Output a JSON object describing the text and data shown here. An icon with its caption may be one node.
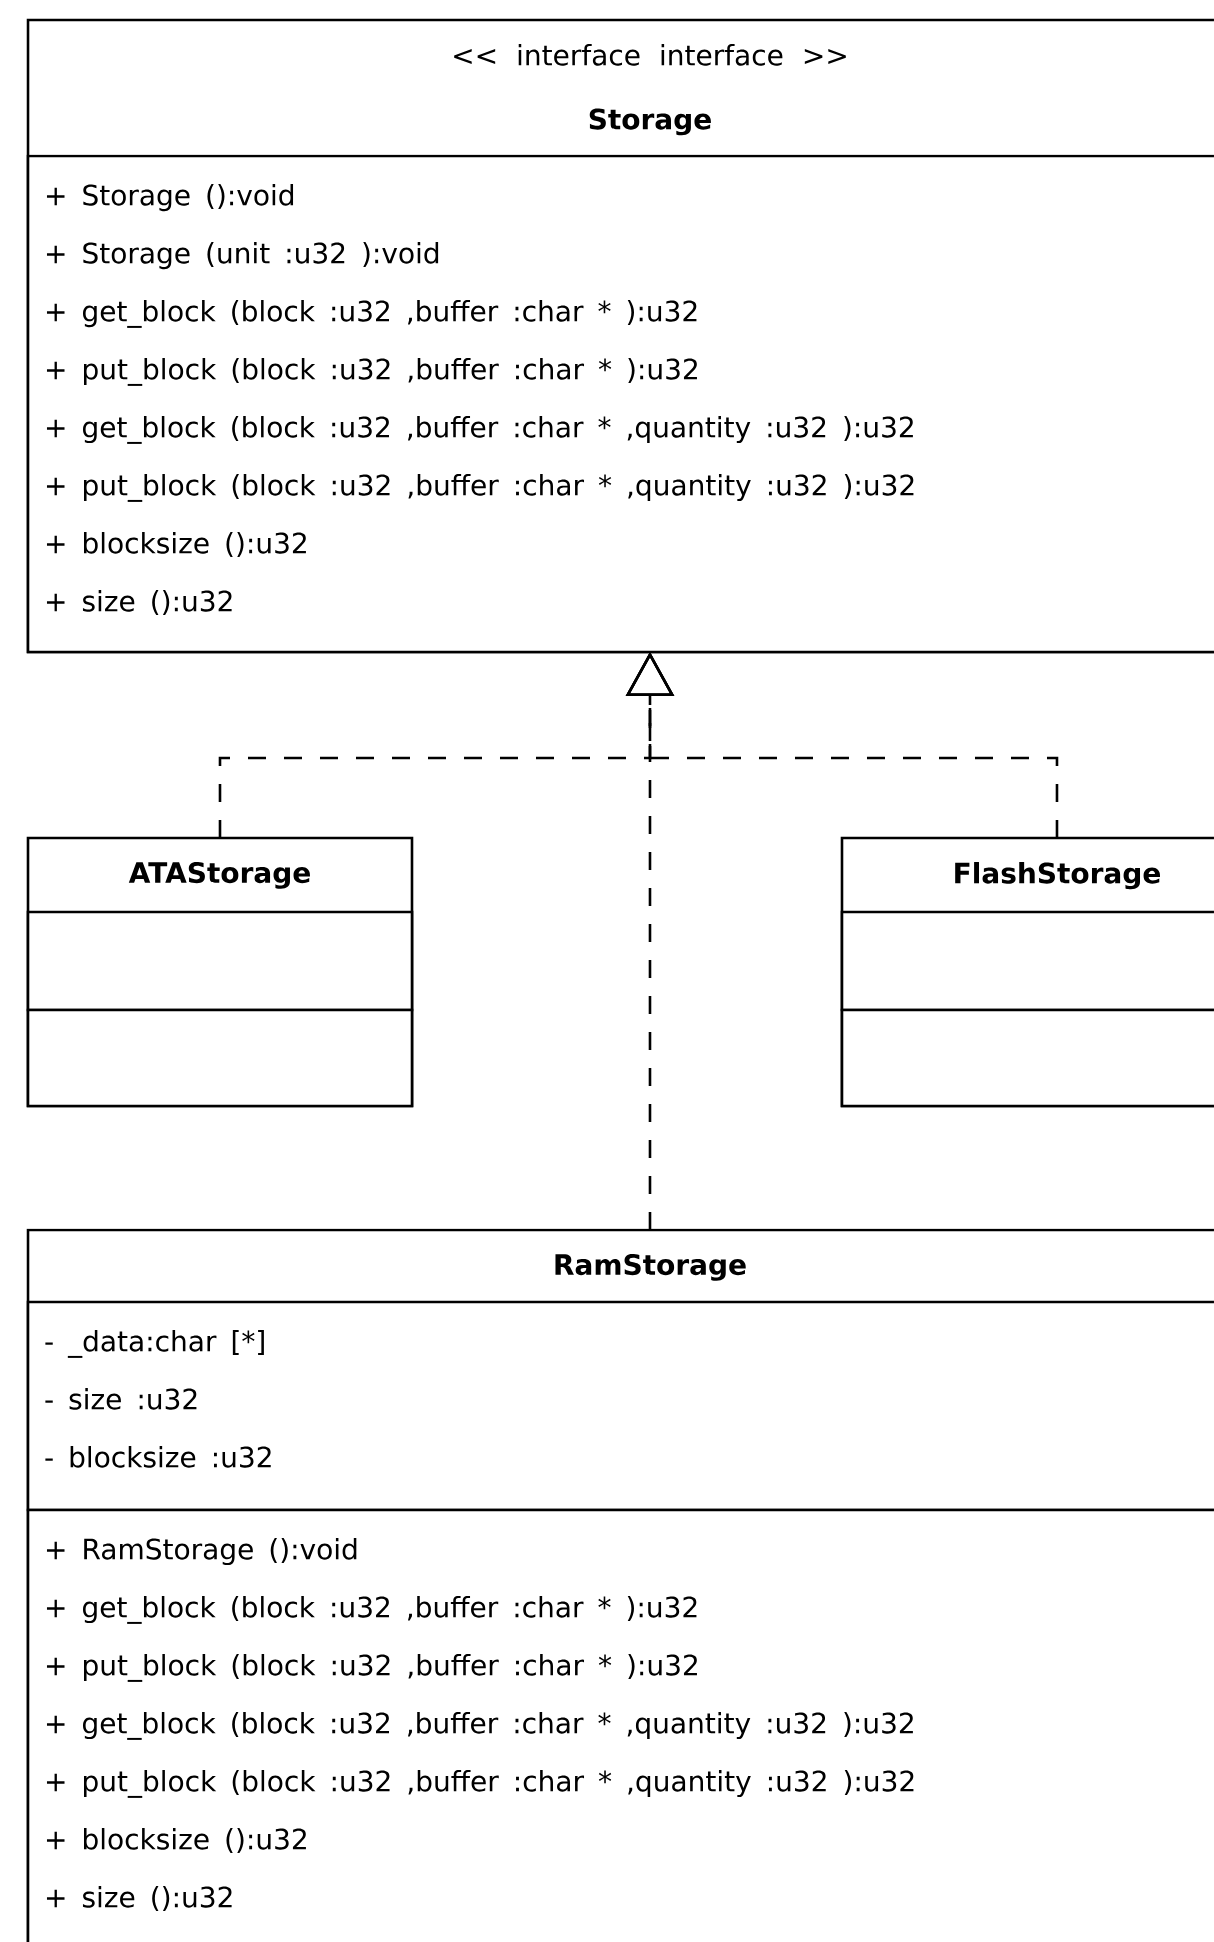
{
  "diagram": {
    "nodes": [
      {
        "text": [
          "<< interface interface >>",
          "Storage"
        ]
      },
      {
        "text": [
          "+ Storage ():void",
          "+ Storage (unit :u32 ):void",
          "+ get_block (block :u32 ,buffer :char * ):u32",
          "+ put_block (block :u32 ,buffer :char * ):u32",
          "+ get_block (block :u32 ,buffer :char * ,quantity :u32 ):u32",
          "+ put_block (block :u32 ,buffer :char * ,quantity :u32 ):u32",
          "+ blocksize ():u32",
          "+ size ():u32"
        ],
        "in": 0
      },
      {
        "text": [
          "ATAStorage"
        ]
      },
      {
        "text": [],
        "shape": "box",
        "in": 2
      },
      {
        "text": [],
        "shape": "box",
        "in": 2
      },
      {
        "text": [
          "FlashStorage"
        ]
      },
      {
        "text": [],
        "shape": "box",
        "in": 5
      },
      {
        "text": [],
        "shape": "box",
        "in": 5
      },
      {
        "text": [
          "RamStorage"
        ]
      },
      {
        "text": [
          "- _data:char [*]",
          "- size :u32",
          "- blocksize :u32"
        ],
        "in": 8
      },
      {
        "text": [
          "+ RamStorage ():void",
          "+ get_block (block :u32 ,buffer :char * ):u32",
          "+ put_block (block :u32 ,buffer :char * ):u32",
          "+ get_block (block :u32 ,buffer :char * ,quantity :u32 ):u32",
          "+ put_block (block :u32 ,buffer :char * ,quantity :u32 ):u32",
          "+ blocksize ():u32",
          "+ size ():u32"
        ],
        "in": 8
      }
    ],
    "edges": [
      {
        "from": 2,
        "to": 0,
        "arrow": "to",
        "style": "dashed"
      },
      {
        "from": 5,
        "to": 0,
        "arrow": "to",
        "style": "dashed"
      },
      {
        "from": 8,
        "to": 0,
        "arrow": "to",
        "style": "dashed"
      }
    ]
  }
}
